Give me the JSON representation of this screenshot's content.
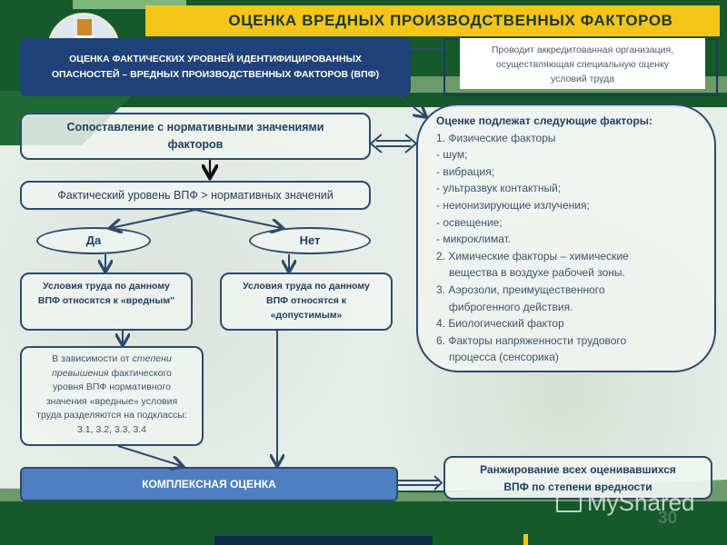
{
  "header": {
    "title": "ОЦЕНКА ВРЕДНЫХ ПРОИЗВОДСТВЕННЫХ ФАКТОРОВ",
    "logo_icon": "university-emblem-icon"
  },
  "top_box": {
    "line1": "ОЦЕНКА ФАКТИЧЕСКИХ УРОВНЕЙ ИДЕНТИФИЦИРОВАННЫХ",
    "line2": "ОПАСНОСТЕЙ – ВРЕДНЫХ ПРОИЗВОДСТВЕННЫХ ФАКТОРОВ (ВПФ)"
  },
  "accredited_box": {
    "line1": "Проводит аккредитованная организация,",
    "line2": "осуществляющая специальную оценку",
    "line3": "условий труда"
  },
  "compare_box": {
    "line1": "Сопоставление с нормативными значениями",
    "line2": "факторов"
  },
  "condition_box": {
    "text": "Фактический уровень ВПФ > нормативных значений"
  },
  "yes_label": "Да",
  "no_label": "Нет",
  "harmful_box": {
    "line1": "Условия труда по данному",
    "line2": "ВПФ относятся к «вредным\""
  },
  "acceptable_box": {
    "line1": "Условия труда по данному",
    "line2": "ВПФ относятся к",
    "line3": "«допустимым»"
  },
  "subclass_box": {
    "l1a": "В зависимости от ",
    "l1b": "степени",
    "l2a": "превышения",
    "l2b": " фактического",
    "l3": "уровня ВПФ нормативного",
    "l4": "значения «вредные» условия",
    "l5": "труда разделяются на подклассы:",
    "l6": "3.1, 3.2, 3.3, 3.4"
  },
  "factors_box": {
    "title": "Оценке подлежат следующие факторы:",
    "items": [
      "1. Физические факторы",
      "- шум;",
      "- вибрация;",
      "- ультразвук контактный;",
      "- неионизирующие излучения;",
      "- освещение;",
      "- микроклимат.",
      "2. Химические факторы – химические",
      "вещества в воздухе рабочей зоны.",
      "3. Аэрозоли, преимущественного",
      "фиброгенного действия.",
      "4. Биологический фактор",
      "6. Факторы напряженности трудового",
      "процесса (сенсорика)"
    ]
  },
  "complex_box": {
    "text": "КОМПЛЕКСНАЯ ОЦЕНКА"
  },
  "ranking_box": {
    "line1": "Ранжирование всех оценивавшихся",
    "line2": "ВПФ по степени вредности"
  },
  "watermark": "MyShared",
  "page_number": "30",
  "colors": {
    "dark_green": "#14562a",
    "header_yellow": "#f5c518",
    "navy": "#1f4278",
    "box_border": "#2e4a6a",
    "complex_blue": "#4f7fc0"
  }
}
